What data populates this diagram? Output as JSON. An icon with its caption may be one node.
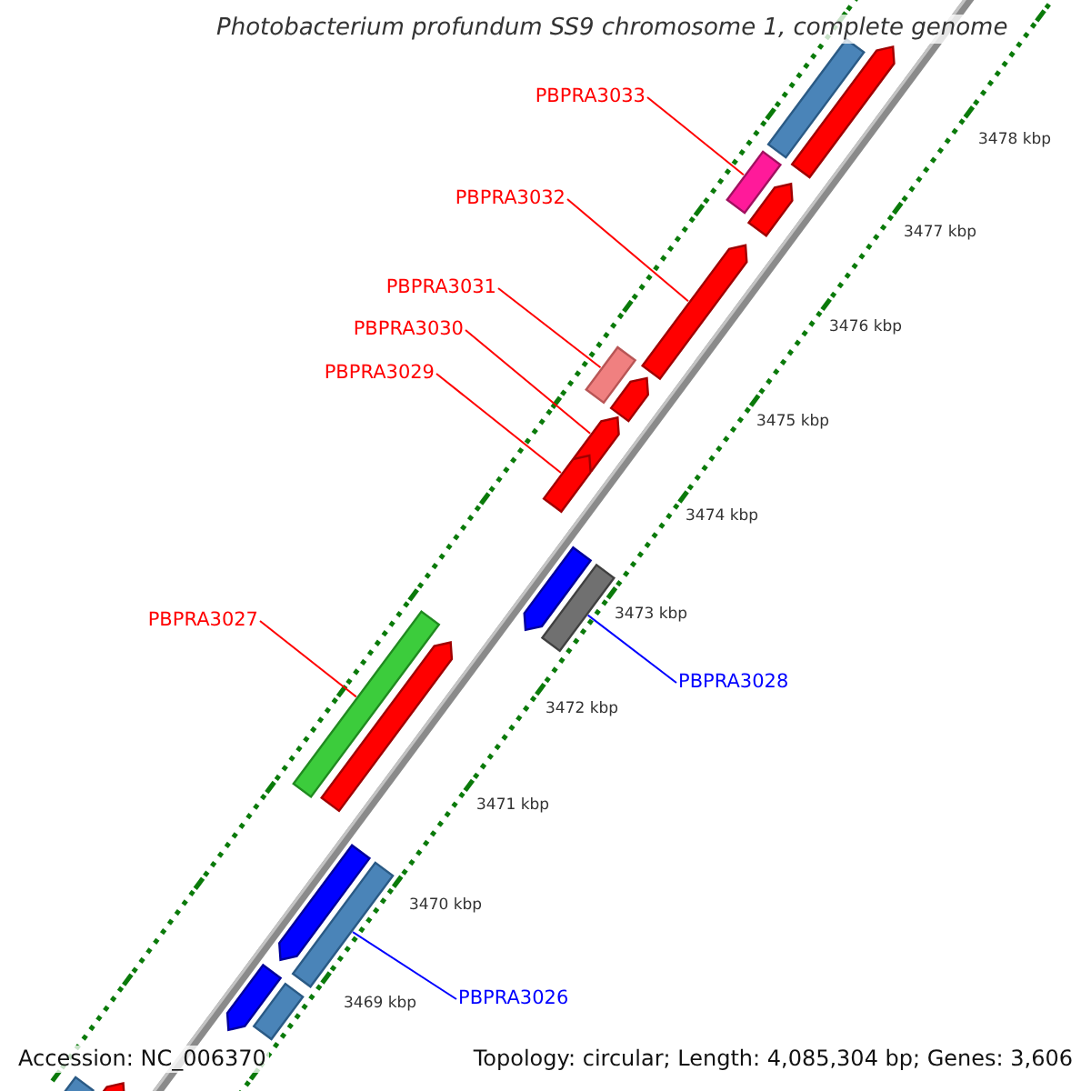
{
  "diagram": {
    "title": "Photobacterium profundum SS9 chromosome 1, complete genome",
    "nodes": [
      {
        "text": [
          "PBPRA3033"
        ]
      },
      {
        "text": [
          "PBPRA3032"
        ]
      },
      {
        "text": [
          "PBPRA3031"
        ]
      },
      {
        "text": [
          "PBPRA3030"
        ]
      },
      {
        "text": [
          "PBPRA3029"
        ]
      },
      {
        "text": [
          "PBPRA3027"
        ]
      },
      {
        "text": [
          "PBPRA3028"
        ]
      },
      {
        "text": [
          "PBPRA3026"
        ]
      },
      {
        "text": [],
        "shape": "bar"
      },
      {
        "text": [],
        "shape": "arrow"
      },
      {
        "text": [],
        "shape": "bar"
      },
      {
        "text": [],
        "shape": "arrow"
      },
      {
        "text": [],
        "shape": "arrow"
      },
      {
        "text": [],
        "shape": "bar"
      },
      {
        "text": [],
        "shape": "arrow"
      },
      {
        "text": [],
        "shape": "arrow"
      },
      {
        "text": [],
        "shape": "arrow"
      },
      {
        "text": [],
        "shape": "arrow"
      },
      {
        "text": [],
        "shape": "bar"
      },
      {
        "text": [],
        "shape": "bar"
      },
      {
        "text": [],
        "shape": "arrow"
      },
      {
        "text": [],
        "shape": "arrow"
      },
      {
        "text": [],
        "shape": "bar"
      },
      {
        "text": [],
        "shape": "arrow"
      },
      {
        "text": [],
        "shape": "bar"
      },
      {
        "text": [],
        "shape": "bar"
      },
      {
        "text": [],
        "shape": "arrow"
      }
    ],
    "edges": [
      {
        "from": 0,
        "to": 10,
        "arrow": "none"
      },
      {
        "from": 1,
        "to": 12,
        "arrow": "none"
      },
      {
        "from": 2,
        "to": 13,
        "arrow": "none"
      },
      {
        "from": 3,
        "to": 15,
        "arrow": "none"
      },
      {
        "from": 4,
        "to": 16,
        "arrow": "none"
      },
      {
        "from": 5,
        "to": 19,
        "arrow": "none"
      },
      {
        "from": 6,
        "to": 18,
        "arrow": "none",
        "color": "#0000ff"
      },
      {
        "from": 7,
        "to": 22,
        "arrow": "none",
        "color": "#0000ff"
      }
    ],
    "labels": [
      "3478 kbp",
      "3477 kbp",
      "3476 kbp",
      "3475 kbp",
      "3474 kbp",
      "3473 kbp",
      "3472 kbp",
      "3471 kbp",
      "3470 kbp",
      "3469 kbp",
      "Accession: NC_006370",
      "Topology: circular; Length: 4,085,304 bp; Genes: 3,606"
    ]
  }
}
